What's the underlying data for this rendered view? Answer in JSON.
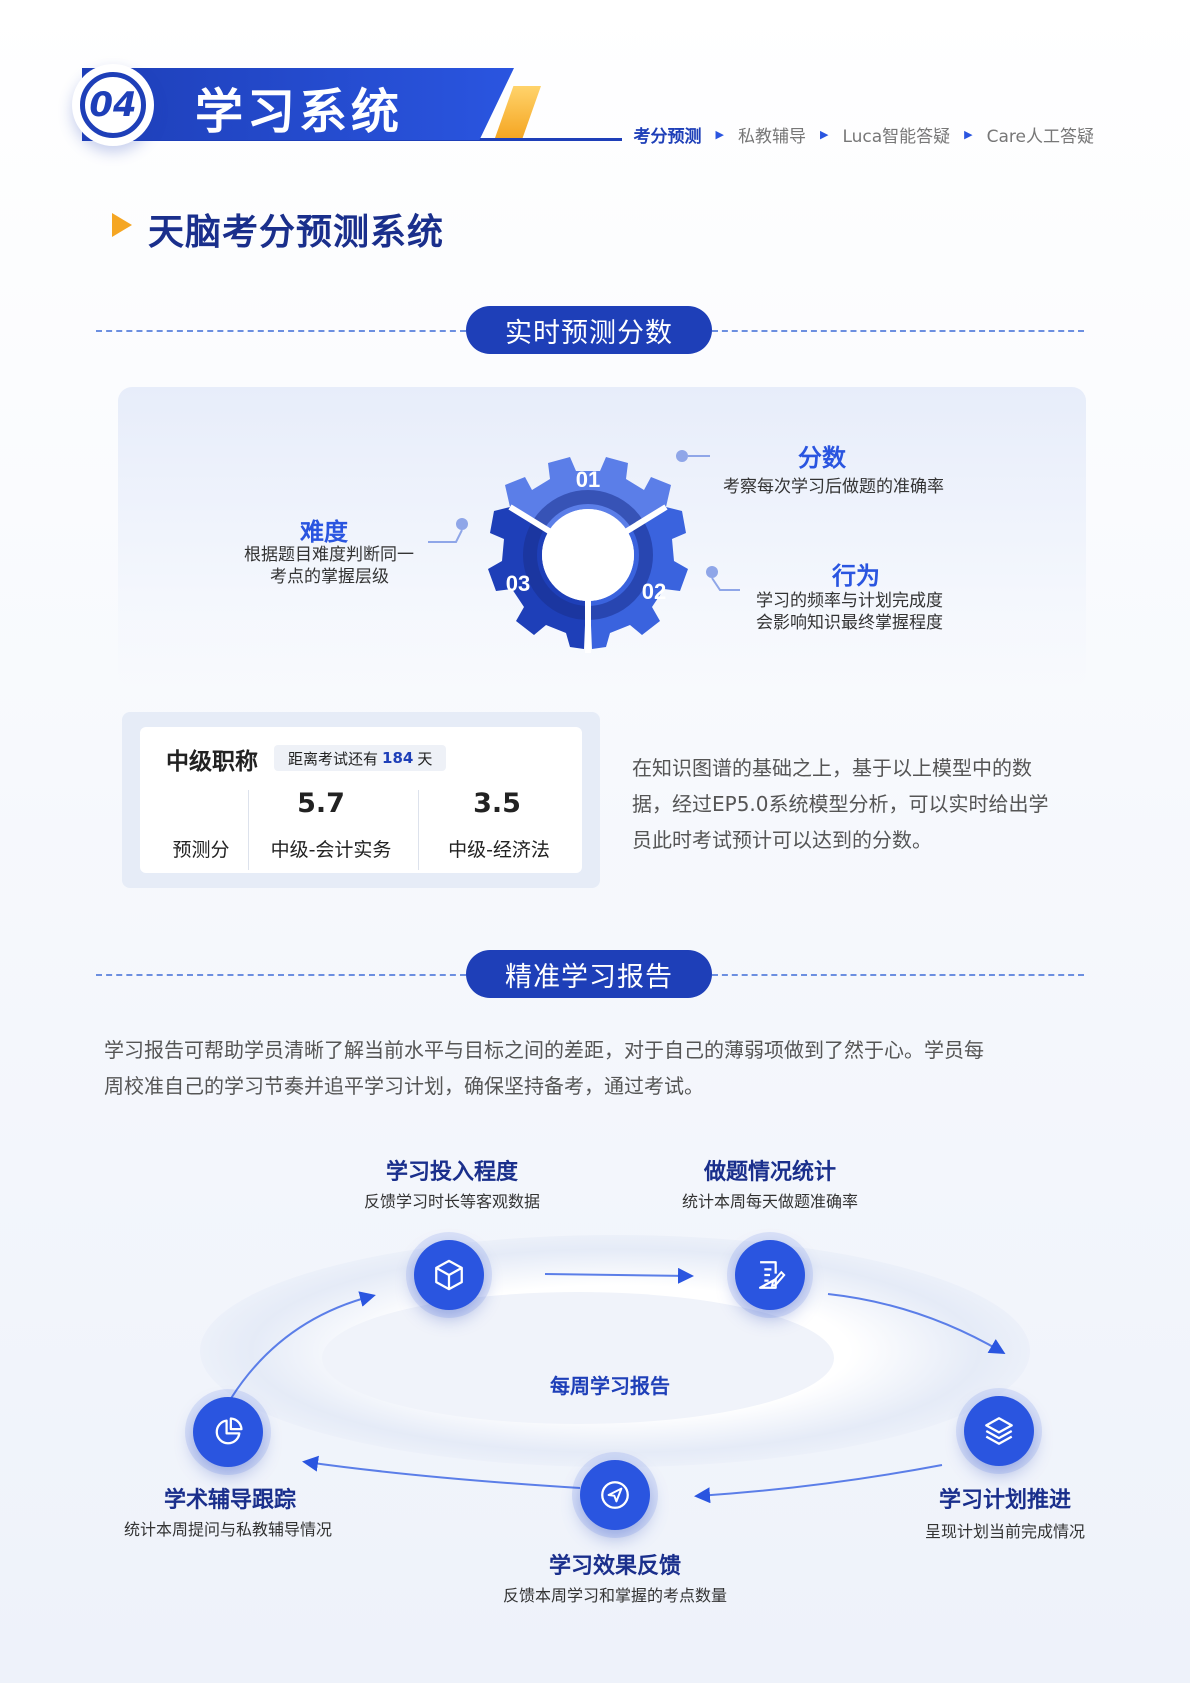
{
  "header": {
    "badge_number": "04",
    "title": "学习系统",
    "nav": [
      {
        "label": "考分预测"
      },
      {
        "label": "私教辅导"
      },
      {
        "label": "Luca智能答疑"
      },
      {
        "label": "Care人工答疑"
      }
    ]
  },
  "section": {
    "title": "天脑考分预测系统"
  },
  "predict": {
    "pill": "实时预测分数",
    "gear_numbers": [
      "01",
      "02",
      "03"
    ],
    "score_label": {
      "title": "分数",
      "text": "考察每次学习后做题的准确率"
    },
    "behavior_label": {
      "title": "行为",
      "text_line1": "学习的频率与计划完成度",
      "text_line2": "会影响知识最终掌握程度"
    },
    "difficulty_label": {
      "title": "难度",
      "text_line1": "根据题目难度判断同一",
      "text_line2": "考点的掌握层级"
    }
  },
  "score_card": {
    "title": "中级职称",
    "countdown_prefix": "距离考试还有",
    "countdown_days": "184",
    "countdown_suffix": "天",
    "row_label": "预测分",
    "subjects": [
      {
        "score": "5.7",
        "name": "中级-会计实务"
      },
      {
        "score": "3.5",
        "name": "中级-经济法"
      }
    ]
  },
  "predict_description": {
    "line1": "在知识图谱的基础之上，基于以上模型中的数",
    "line2": "据，经过EP5.0系统模型分析，可以实时给出学",
    "line3": "员此时考试预计可以达到的分数。"
  },
  "report": {
    "pill": "精准学习报告",
    "intro_line1": "学习报告可帮助学员清晰了解当前水平与目标之间的差距，对于自己的薄弱项做到了然于心。学员每",
    "intro_line2": "周校准自己的学习节奏并追平学习计划，确保坚持备考，通过考试。",
    "center": "每周学习报告",
    "nodes": [
      {
        "title": "学习投入程度",
        "text": "反馈学习时长等客观数据",
        "icon": "cube-icon"
      },
      {
        "title": "做题情况统计",
        "text": "统计本周每天做题准确率",
        "icon": "edit-list-icon"
      },
      {
        "title": "学习计划推进",
        "text": "呈现计划当前完成情况",
        "icon": "layers-icon"
      },
      {
        "title": "学习效果反馈",
        "text": "反馈本周学习和掌握的考点数量",
        "icon": "paper-plane-icon"
      },
      {
        "title": "学术辅导跟踪",
        "text": "统计本周提问与私教辅导情况",
        "icon": "pie-chart-icon"
      }
    ]
  },
  "colors": {
    "primary": "#1e3fb8",
    "accent": "#2a55e0",
    "highlight": "#f5a623",
    "dark_title": "#1a2f8c"
  }
}
